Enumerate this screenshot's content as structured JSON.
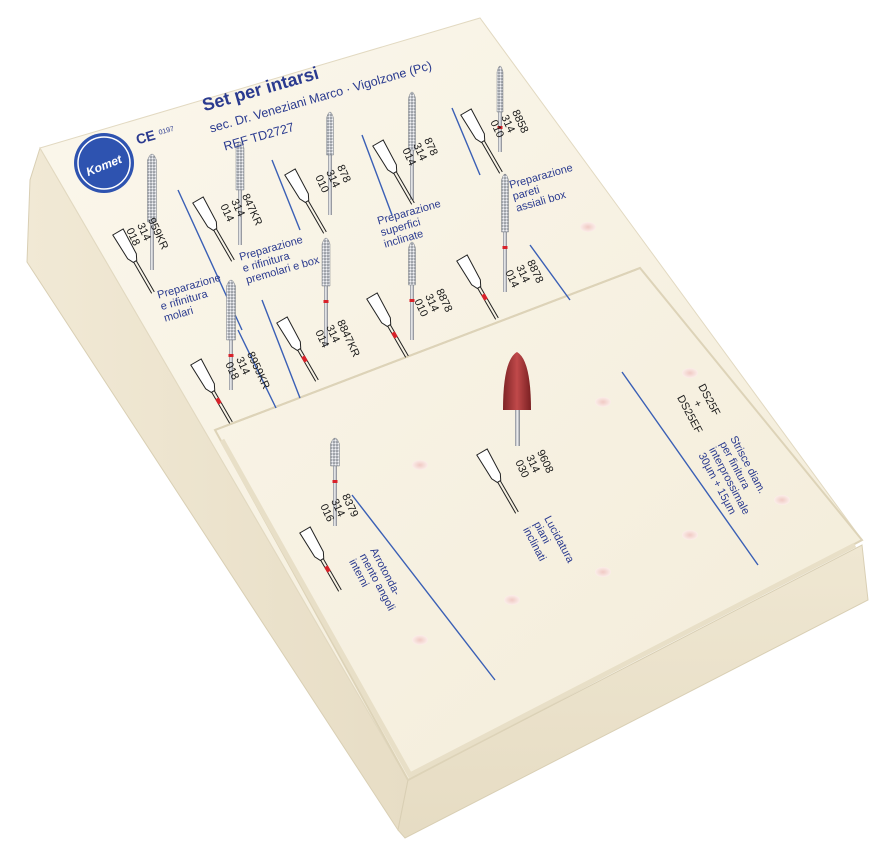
{
  "box": {
    "title": "Set per intarsi",
    "subtitle": "sec. Dr. Veneziani Marco · Vigolzone (Pc)",
    "ref": "REF TD2727",
    "ce_mark": "CE",
    "ce_number": "0197",
    "brand": "Komet"
  },
  "colors": {
    "box": "#f6f1e3",
    "text_blue": "#2a3a8f",
    "marking_red": "#d8222a",
    "stone": "#b33a3a"
  },
  "instruments": [
    {
      "code": [
        "959KR",
        "314",
        "018"
      ],
      "icon": "bur-icon"
    },
    {
      "code": [
        "847KR",
        "314",
        "014"
      ],
      "icon": "bur-icon"
    },
    {
      "code": [
        "878",
        "314",
        "010"
      ],
      "icon": "bur-icon"
    },
    {
      "code": [
        "878",
        "314",
        "014"
      ],
      "icon": "bur-icon"
    },
    {
      "code": [
        "8858",
        "314",
        "010"
      ],
      "icon": "bur-icon"
    },
    {
      "code": [
        "8959KR",
        "314",
        "018"
      ],
      "icon": "bur-icon"
    },
    {
      "code": [
        "8847KR",
        "314",
        "014"
      ],
      "icon": "bur-icon"
    },
    {
      "code": [
        "8878",
        "314",
        "010"
      ],
      "icon": "bur-icon"
    },
    {
      "code": [
        "8878",
        "314",
        "014"
      ],
      "icon": "bur-icon"
    },
    {
      "code": [
        "8379",
        "314",
        "016"
      ],
      "icon": "bur-icon"
    },
    {
      "code": [
        "9608",
        "314",
        "030"
      ],
      "icon": "polishing-stone-icon"
    }
  ],
  "sections": {
    "molari": "Preparazione\ne rifinitura\nmolari",
    "premolari": "Preparazione\ne rifinitura\npremolari e box",
    "superfici": "Preparazione\nsuperfici\ninclinate",
    "pareti": "Preparazione\npareti\nassiali box",
    "angoli": "Arrotonda-\nmento angoli\ninterni",
    "lucidatura": "Lucidatura\npiani\ninclinati",
    "strisce": "Strisce diam.\nper finitura\ninterprossimale\n30µm + 15µm"
  },
  "strips": {
    "line1": "DS25F",
    "line2": "+",
    "line3": "DS25EF"
  }
}
